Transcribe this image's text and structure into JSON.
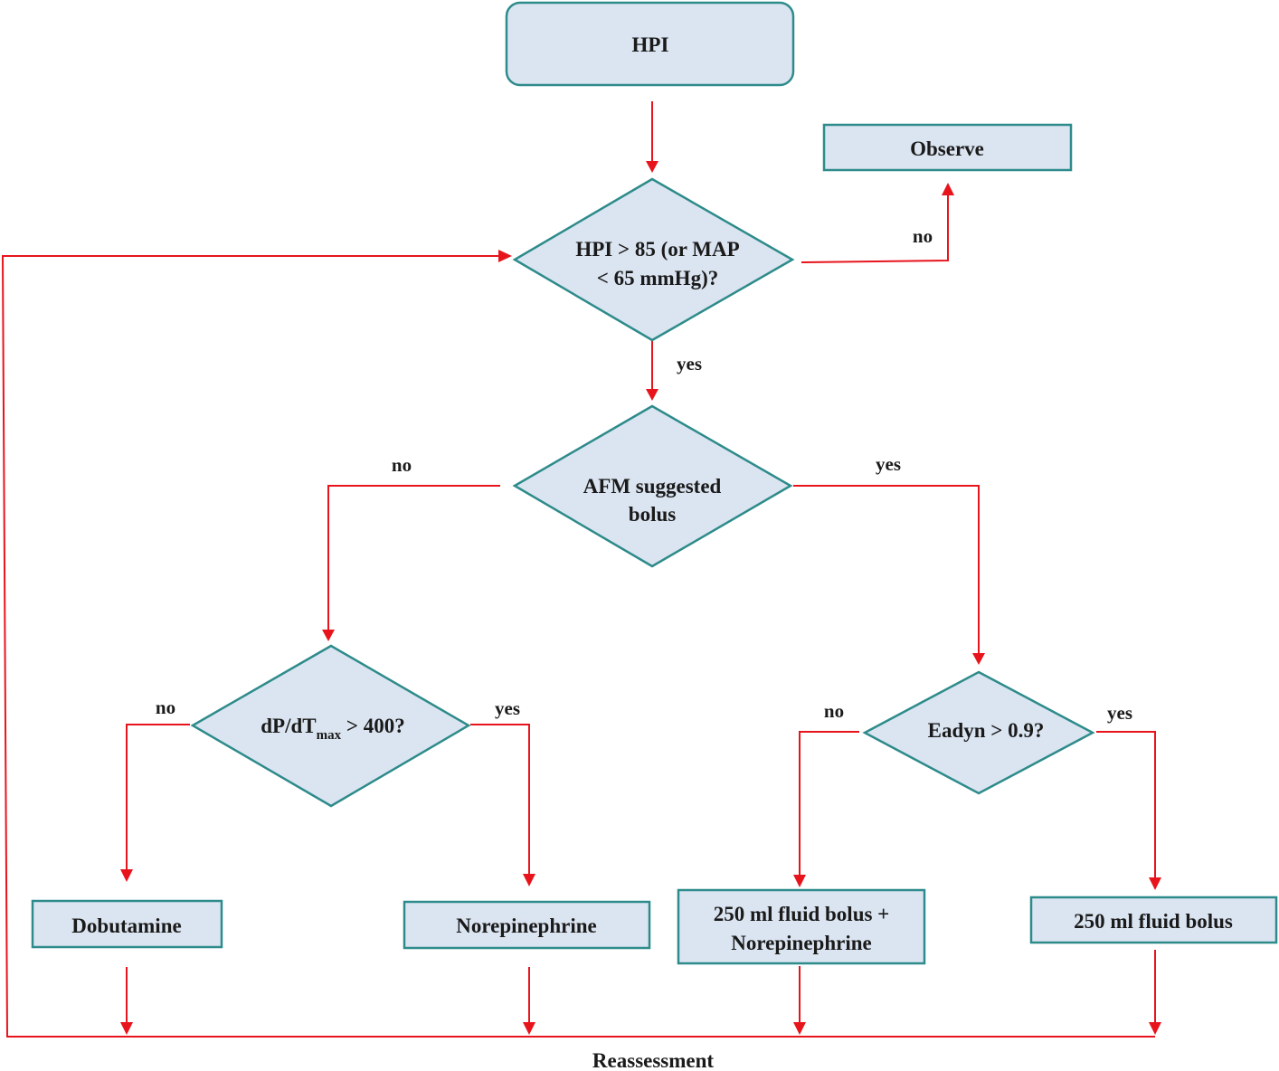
{
  "nodes": {
    "hpi": "HPI",
    "observe": "Observe",
    "decision_hpi": [
      "HPI > 85 (or MAP",
      "< 65 mmHg)?"
    ],
    "decision_afm": [
      "AFM suggested",
      "bolus"
    ],
    "decision_dpdt": {
      "prefix": "dP/dT",
      "subscript": "max",
      "suffix": " > 400?"
    },
    "decision_eadyn": "Eadyn > 0.9?",
    "dobutamine": "Dobutamine",
    "norepinephrine": "Norepinephrine",
    "fluid_norepi": [
      "250 ml fluid bolus +",
      "Norepinephrine"
    ],
    "fluid_bolus": "250 ml fluid bolus",
    "reassessment": "Reassessment"
  },
  "edges": {
    "hpi_no": "no",
    "hpi_yes": "yes",
    "afm_no": "no",
    "afm_yes": "yes",
    "dpdt_no": "no",
    "dpdt_yes": "yes",
    "eadyn_no": "no",
    "eadyn_yes": "yes"
  },
  "colors": {
    "node_fill": "#dbe5f1",
    "node_border": "#2e8b8b",
    "connector": "#e8141c"
  }
}
